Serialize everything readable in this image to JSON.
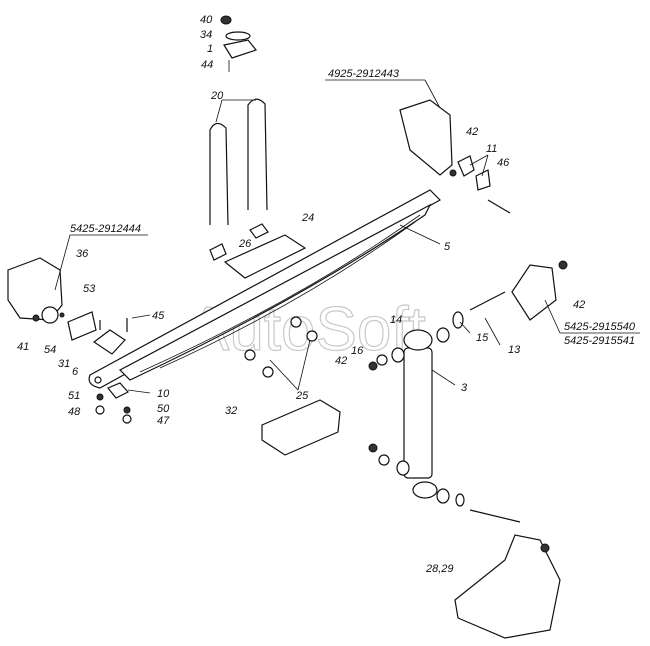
{
  "watermark": "AutoSoft",
  "labels": {
    "l40": "40",
    "l34": "34",
    "l1": "1",
    "l44": "44",
    "l20": "20",
    "bracket_front_right": "4925-2912443",
    "l42a": "42",
    "l11": "11",
    "l46": "46",
    "l24": "24",
    "l26": "26",
    "l5": "5",
    "bracket_front_left": "5425-2912444",
    "l36": "36",
    "l53": "53",
    "l45": "45",
    "l41": "41",
    "l54": "54",
    "l31": "31",
    "l6": "6",
    "l51": "51",
    "l48": "48",
    "l10": "10",
    "l50": "50",
    "l47": "47",
    "l14": "14",
    "l16": "16",
    "l42b": "42",
    "l25": "25",
    "l32": "32",
    "l3": "3",
    "l15": "15",
    "l13": "13",
    "l42c": "42",
    "bracket_shock_1": "5425-2915540",
    "bracket_shock_2": "5425-2915541",
    "l28_29": "28,29"
  }
}
